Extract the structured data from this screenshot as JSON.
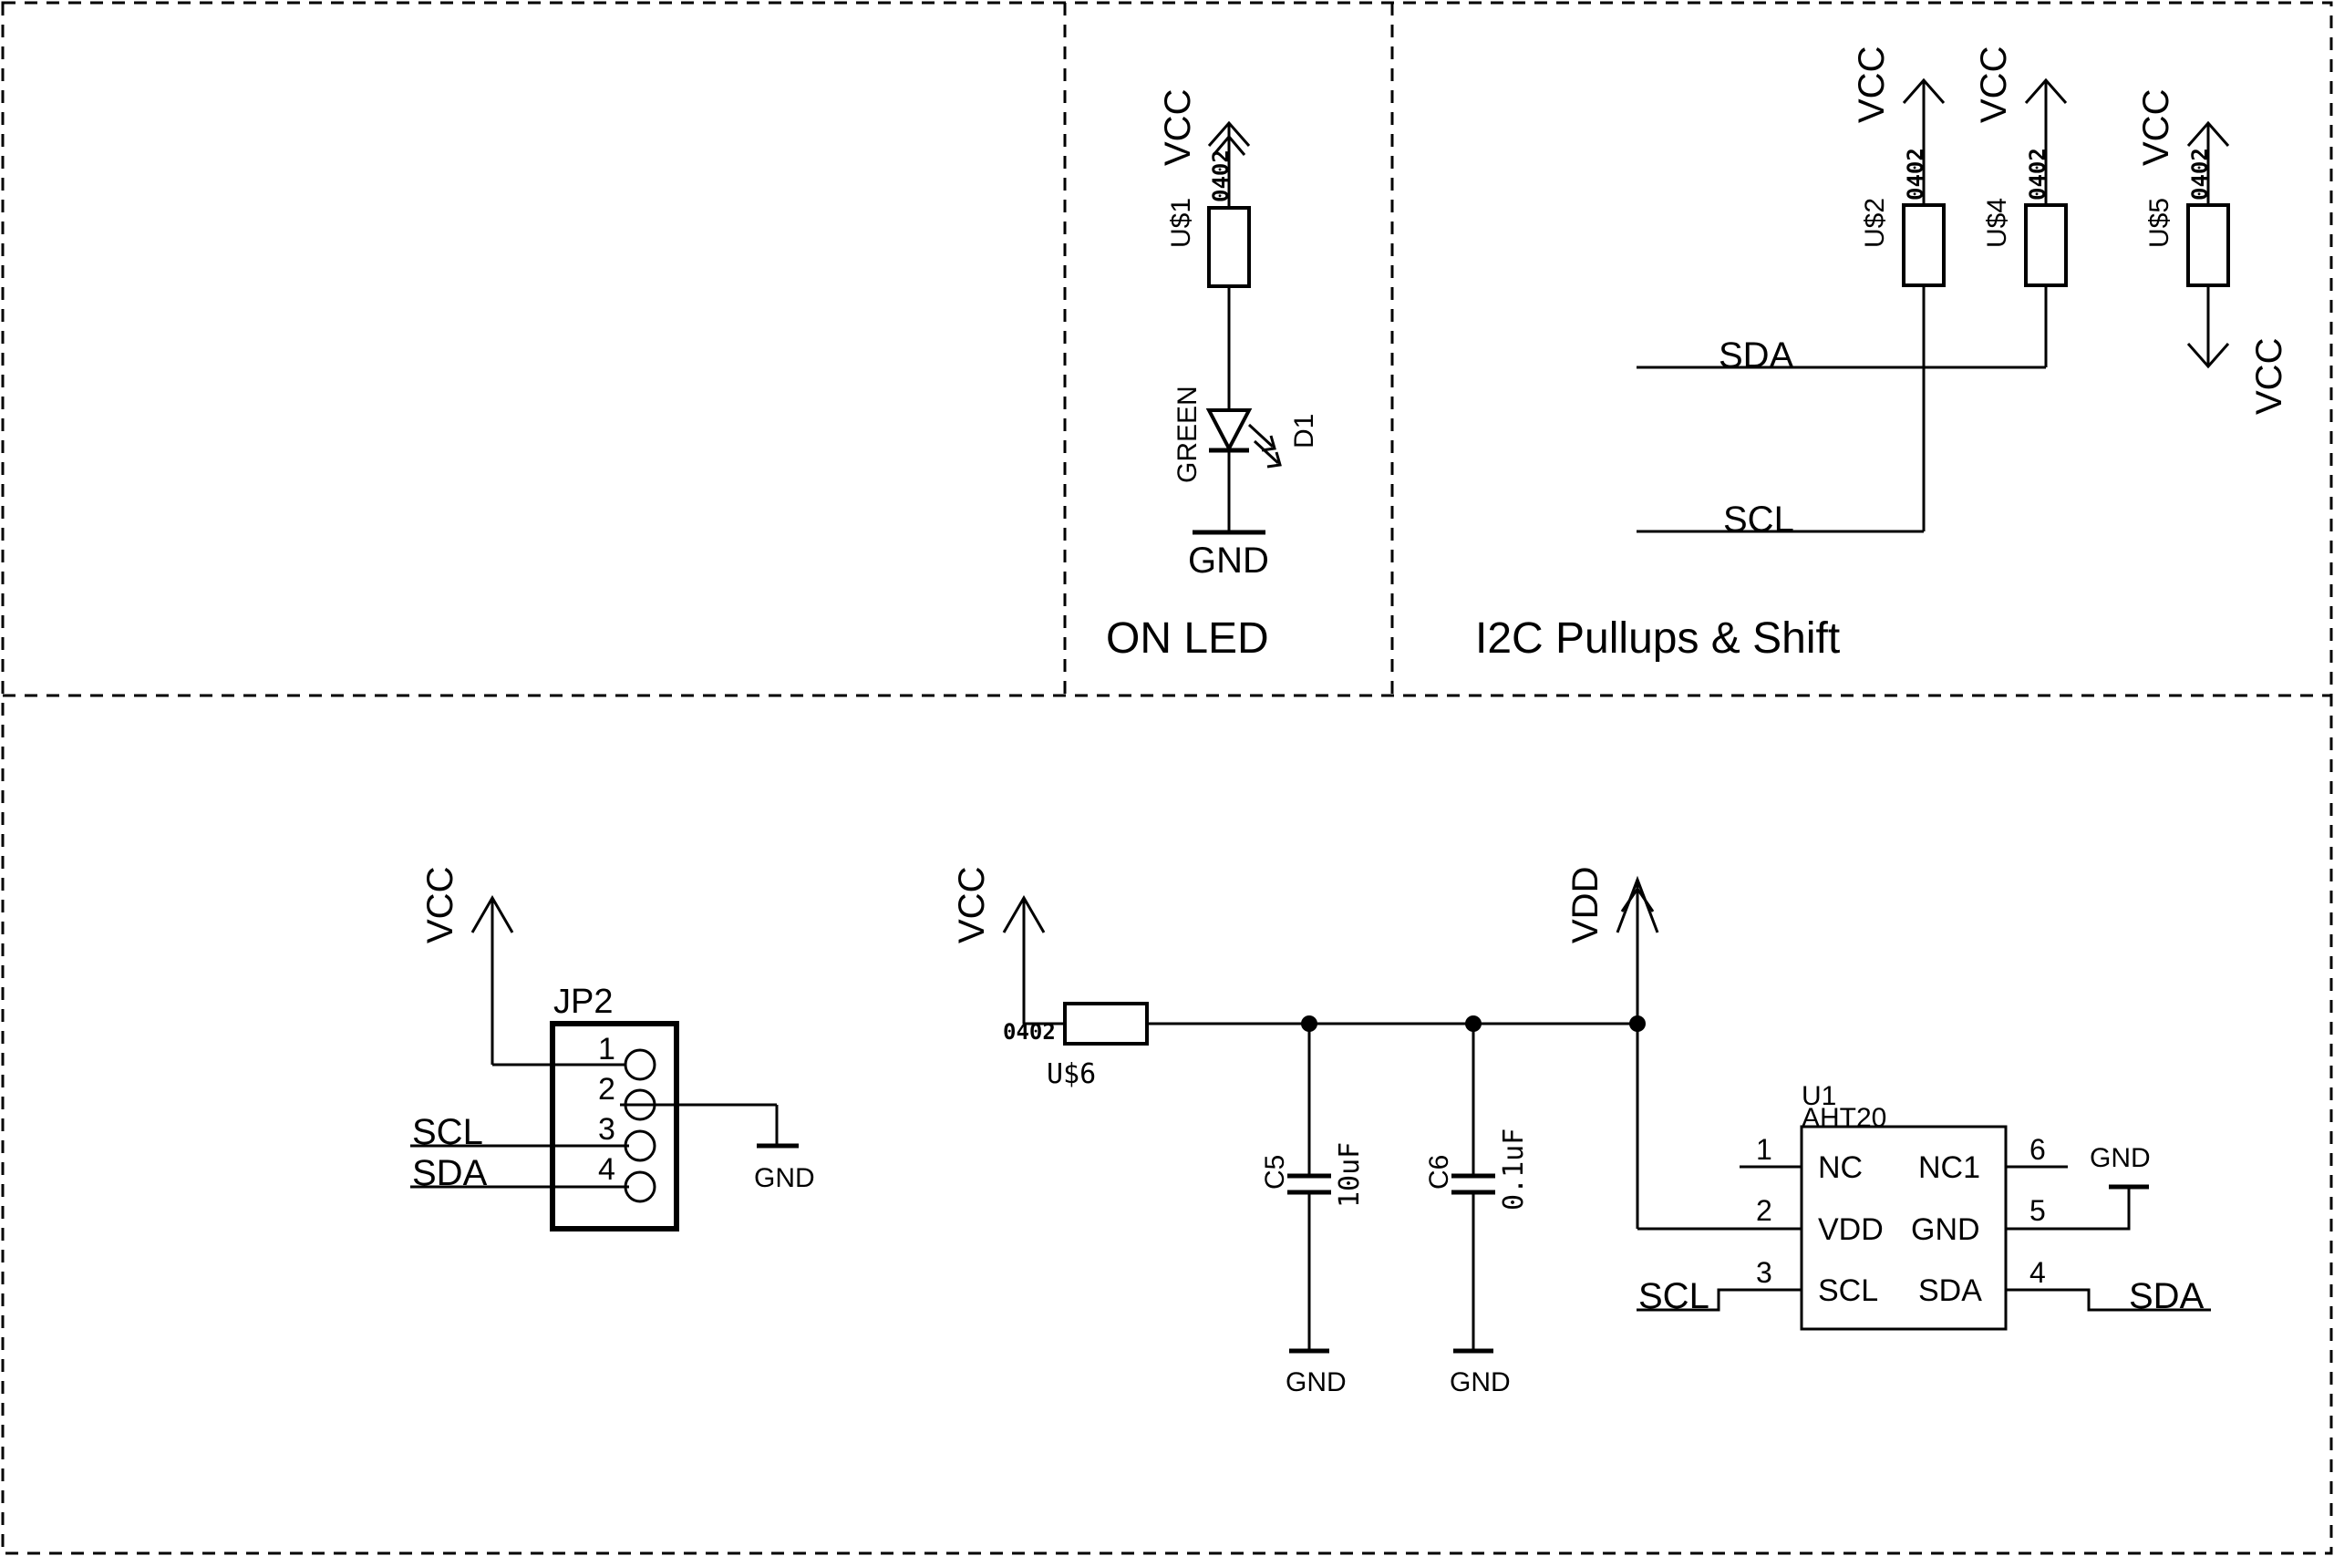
{
  "sections": {
    "on_led": "ON LED",
    "i2c_pullups": "I2C Pullups & Shift"
  },
  "nets": {
    "vcc": "VCC",
    "vdd": "VDD",
    "gnd": "GND",
    "sda": "SDA",
    "scl": "SCL"
  },
  "parts": {
    "us1": {
      "name": "U$1",
      "value": "0402"
    },
    "us2": {
      "name": "U$2",
      "value": "0402"
    },
    "us4": {
      "name": "U$4",
      "value": "0402"
    },
    "us5": {
      "name": "U$5",
      "value": "0402"
    },
    "us6": {
      "name": "U$6",
      "value": "0402"
    },
    "d1": {
      "name": "D1",
      "value": "GREEN"
    },
    "c5": {
      "name": "C5",
      "value": "10uF"
    },
    "c6": {
      "name": "C6",
      "value": "0.1uF"
    },
    "jp2": {
      "name": "JP2",
      "pins": [
        "1",
        "2",
        "3",
        "4"
      ]
    },
    "u1": {
      "name": "U1",
      "value": "AHT20",
      "pins_left": [
        {
          "num": "1",
          "name": "NC"
        },
        {
          "num": "2",
          "name": "VDD"
        },
        {
          "num": "3",
          "name": "SCL"
        }
      ],
      "pins_right": [
        {
          "num": "6",
          "name": "NC1"
        },
        {
          "num": "5",
          "name": "GND"
        },
        {
          "num": "4",
          "name": "SDA"
        }
      ]
    }
  }
}
